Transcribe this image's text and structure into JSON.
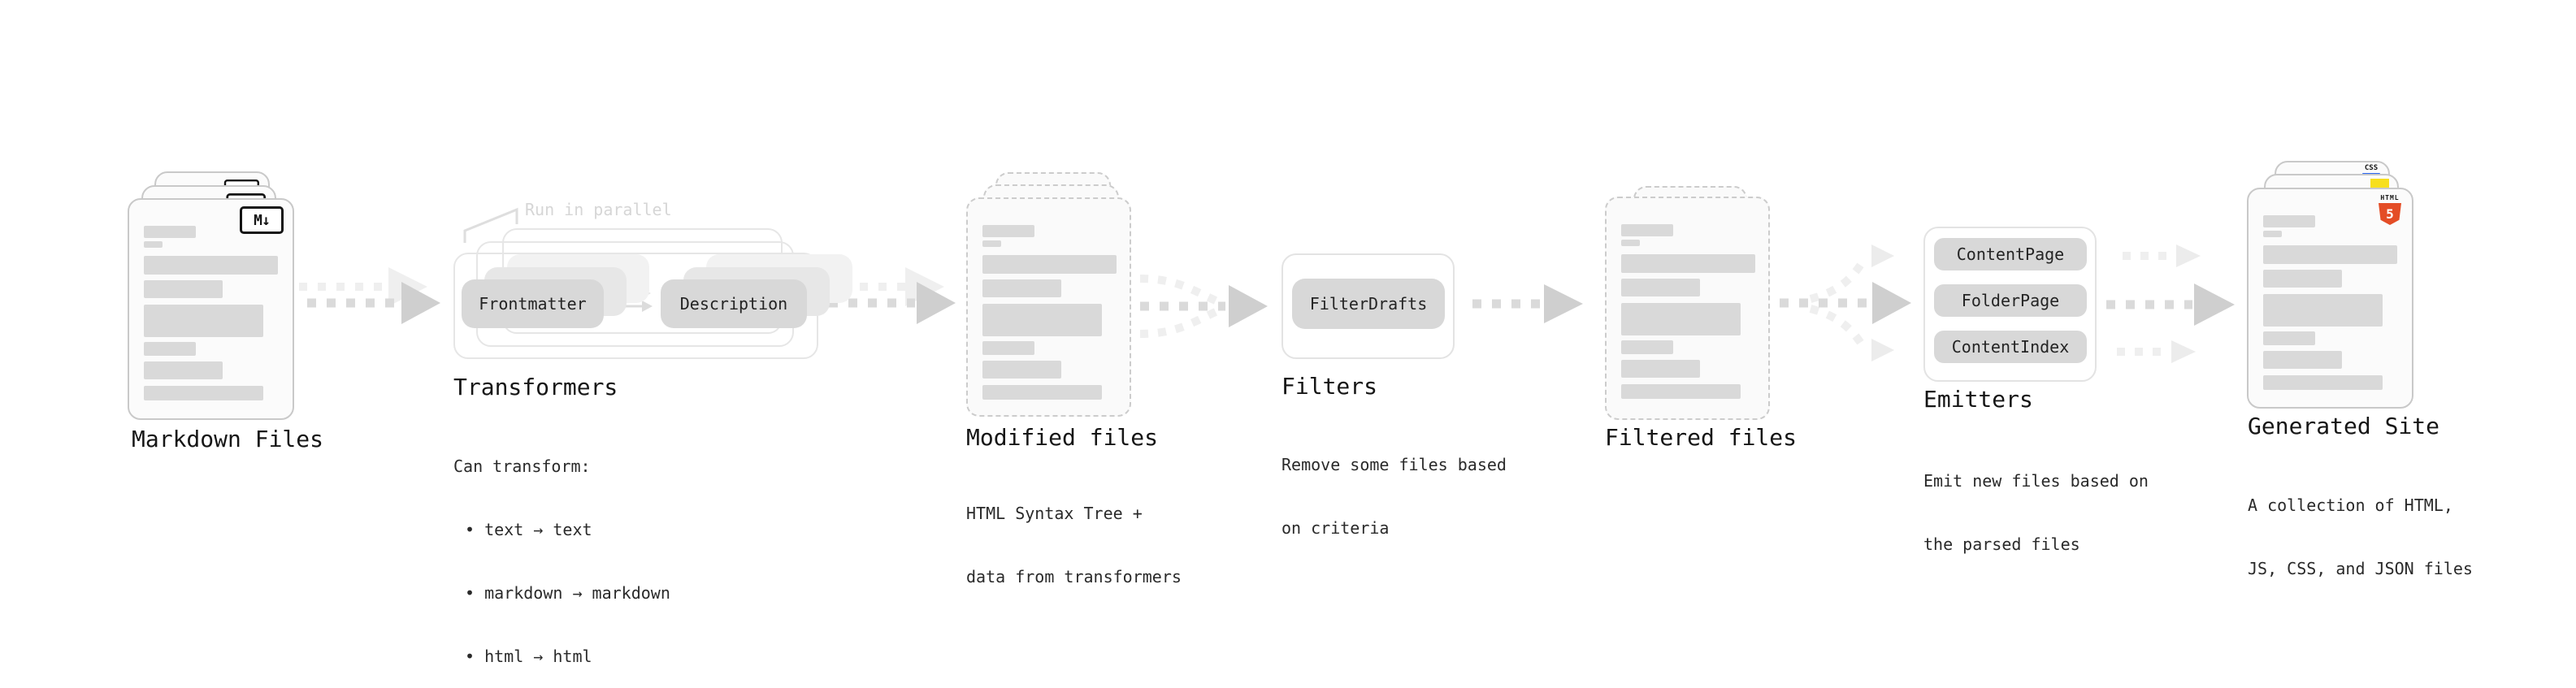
{
  "stages": {
    "markdown": {
      "label": "Markdown Files",
      "badge": "M↓"
    },
    "transformers": {
      "label": "Transformers",
      "annotation": "Run in parallel",
      "pill_a": "Frontmatter",
      "pill_b": "Description",
      "desc": [
        "Can transform:",
        "• text → text",
        "• markdown → markdown",
        "• html → html"
      ]
    },
    "modified": {
      "label": "Modified files",
      "desc": [
        "HTML Syntax Tree +",
        "data from transformers"
      ]
    },
    "filters": {
      "label": "Filters",
      "pill": "FilterDrafts",
      "desc": [
        "Remove some files based",
        "on criteria"
      ]
    },
    "filtered": {
      "label": "Filtered files"
    },
    "emitters": {
      "label": "Emitters",
      "pills": [
        "ContentPage",
        "FolderPage",
        "ContentIndex"
      ],
      "desc": [
        "Emit new files based on",
        "the parsed files"
      ]
    },
    "generated": {
      "label": "Generated Site",
      "badges": {
        "css": "CSS",
        "html_word": "HTML",
        "html_num": "5"
      },
      "desc": [
        "A collection of HTML,",
        "JS, CSS, and JSON files"
      ]
    }
  },
  "colors": {
    "arrow_dark": "#dadada",
    "arrow_head_dark": "#cfcfcf",
    "arrow_light": "#efefef",
    "bar": "#d9d9d9",
    "pill": "#d8d8d8",
    "html5_orange": "#e44d26",
    "js_yellow": "#f7df1e",
    "css_blue": "#2965f1"
  }
}
